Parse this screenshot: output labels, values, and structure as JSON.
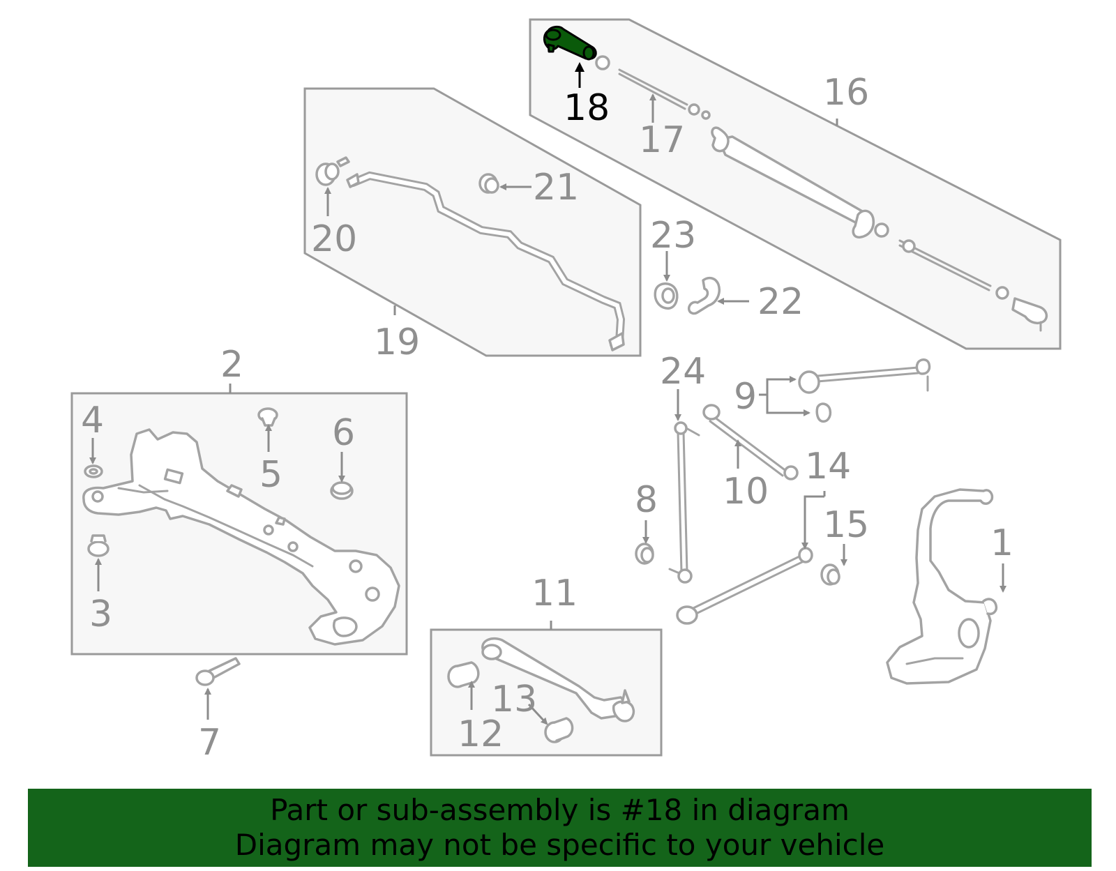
{
  "callouts": {
    "c1": "1",
    "c2": "2",
    "c3": "3",
    "c4": "4",
    "c5": "5",
    "c6": "6",
    "c7": "7",
    "c8": "8",
    "c9": "9",
    "c10": "10",
    "c11": "11",
    "c12": "12",
    "c13": "13",
    "c14": "14",
    "c15": "15",
    "c16": "16",
    "c17": "17",
    "c18": "18",
    "c19": "19",
    "c20": "20",
    "c21": "21",
    "c22": "22",
    "c23": "23",
    "c24": "24"
  },
  "highlighted_part": "18",
  "colors": {
    "highlight": "#0a5a0a",
    "banner": "#14641a",
    "line_art": "#a3a3a3"
  },
  "banner": {
    "line1": "Part or sub-assembly is #18 in diagram",
    "line2": "Diagram may not be specific to your vehicle"
  }
}
